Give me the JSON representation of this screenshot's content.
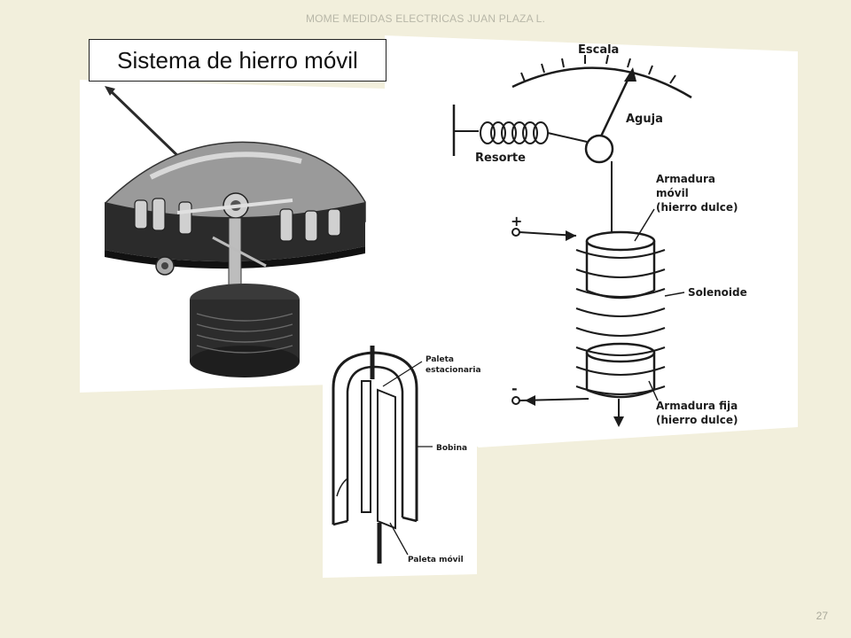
{
  "slide": {
    "header": "MOME MEDIDAS ELECTRICAS JUAN PLAZA L.",
    "title": "Sistema de hierro móvil",
    "page_number": "27"
  },
  "diagram_right": {
    "labels": {
      "scale": "Escala",
      "needle": "Aguja",
      "spring": "Resorte",
      "armature_mobile_l1": "Armadura",
      "armature_mobile_l2": "móvil",
      "armature_mobile_l3": "(hierro dulce)",
      "plus": "+",
      "minus": "-",
      "solenoid": "Solenoide",
      "armature_fixed_l1": "Armadura fija",
      "armature_fixed_l2": "(hierro dulce)"
    }
  },
  "diagram_lower": {
    "labels": {
      "stationary_l1": "Paleta",
      "stationary_l2": "estacionaria",
      "coil": "Bobina",
      "mobile_vane": "Paleta móvil"
    }
  },
  "colors": {
    "background": "#f2efdc",
    "ink": "#1c1c1c"
  }
}
